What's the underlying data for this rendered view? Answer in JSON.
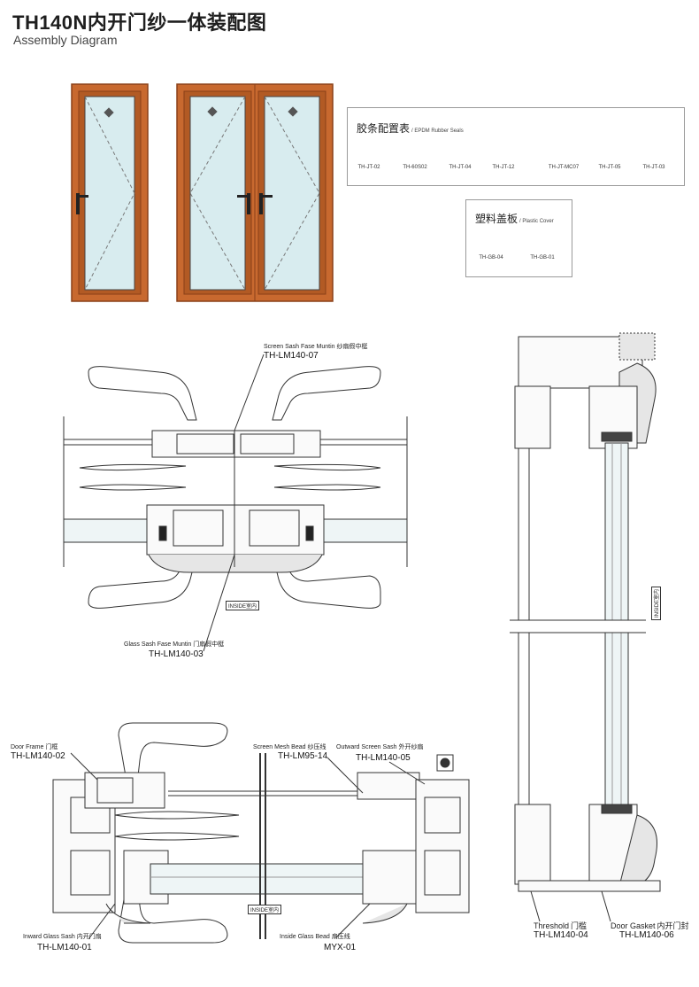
{
  "header": {
    "title": "TH140N内开门纱一体装配图",
    "subtitle": "Assembly Diagram"
  },
  "seals_box": {
    "title": "胶条配置表",
    "title_en": "/ EPDM Rubber Seals",
    "items": [
      "TH-JT-02",
      "TH-60S02",
      "TH-JT-04",
      "TH-JT-12",
      "TH-JT-MC07",
      "TH-JT-05",
      "TH-JT-03"
    ]
  },
  "cover_box": {
    "title": "塑料盖板",
    "title_en": "/ Plastic Cover",
    "items": [
      "TH-GB-04",
      "TH-GB-01"
    ]
  },
  "top_section": {
    "screen_muntin": {
      "label": "Screen Sash Fase Muntin",
      "label_zh": "纱扇假中梃",
      "code": "TH-LM140-07"
    },
    "glass_muntin": {
      "label": "Glass Sash Fase Muntin",
      "label_zh": "门扇假中梃",
      "code": "TH-LM140-03"
    },
    "inside": "INSIDE室内"
  },
  "bottom_section": {
    "door_frame": {
      "label": "Door Frame",
      "label_zh": "门框",
      "code": "TH-LM140-02"
    },
    "screen_bead": {
      "label": "Screen Mesh Bead",
      "label_zh": "纱压线",
      "code": "TH-LM95-14"
    },
    "outward_sash": {
      "label": "Outward Screen Sash",
      "label_zh": "外开纱扇",
      "code": "TH-LM140-05"
    },
    "inward_sash": {
      "label": "Inward Glass Sash",
      "label_zh": "内开门扇",
      "code": "TH-LM140-01"
    },
    "glass_bead": {
      "label": "Inside Glass Bead",
      "label_zh": "扇压线",
      "code": "MYX-01"
    },
    "inside": "INSIDE室内"
  },
  "vertical_section": {
    "threshold": {
      "label": "Threshold",
      "label_zh": "门槛",
      "code": "TH-LM140-04"
    },
    "gasket": {
      "label": "Door Gasket",
      "label_zh": "内开门封",
      "code": "TH-LM140-06"
    },
    "inside": "INSIDE室内"
  },
  "colors": {
    "wood": "#c8692f",
    "wood_dark": "#9c4a1c",
    "glass": "#d8ecef",
    "line": "#333333"
  }
}
